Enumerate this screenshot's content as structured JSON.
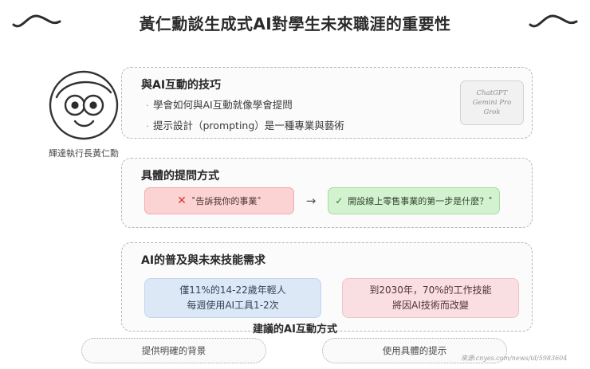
{
  "header": {
    "title": "黃仁勳談生成式AI對學生未來職涯的重要性",
    "squiggle_left": "wave-squiggle",
    "squiggle_right": "wave-squiggle"
  },
  "speaker": {
    "caption": "輝達執行長黃仁勳",
    "avatar": "smiling-face-with-glasses"
  },
  "sections": [
    {
      "heading": "與AI互動的技巧",
      "bullets": [
        {
          "dot": "·",
          "text": "學會如何與AI互動就像學會提問"
        },
        {
          "dot": "·",
          "text": "提示設計（prompting）是一種專業與藝術"
        }
      ],
      "model_chip": {
        "lines": [
          "ChatGPT",
          "Gemini Pro",
          "Grok"
        ]
      }
    },
    {
      "heading": "具體的提問方式",
      "bad_prompt": {
        "mark": "✕",
        "text": "˚告訴我你的事業˚",
        "bg": "#fbd3d3",
        "border": "#f2a9a9"
      },
      "arrow": "→",
      "good_prompt": {
        "mark": "✓",
        "text": "開設線上零售事業的第一步是什麼？˚",
        "bg": "#d3f2cf",
        "border": "#a6dca0"
      }
    },
    {
      "heading": "AI的普及與未來技能需求",
      "stats": [
        {
          "line1": "僅11%的14-22歲年輕人",
          "line2": "每週使用AI工具1-2次",
          "bg": "#dde8f7",
          "border": "#c0d4ee"
        },
        {
          "line1": "到2030年，70%的工作技能",
          "line2": "將因AI技術而改變",
          "bg": "#f9dfe2",
          "border": "#f0c3c8"
        }
      ]
    }
  ],
  "advice": {
    "heading": "建議的AI互動方式",
    "pills": [
      "提供明確的背景",
      "使用具體的提示"
    ]
  },
  "source": {
    "text": "來源:cnyes.com/news/id/5983604"
  }
}
